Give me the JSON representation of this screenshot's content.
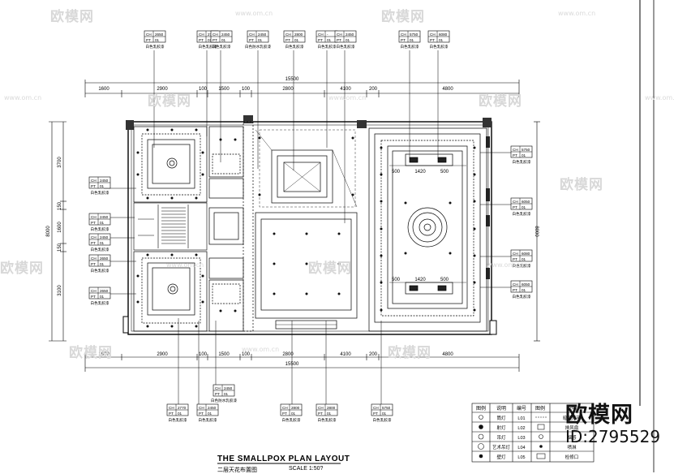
{
  "drawing": {
    "title": "THE SMALLPOX PLAN LAYOUT",
    "subtitle": "二层天花布置图",
    "scale": "SCALE 1:50?"
  },
  "watermark": {
    "logo_text": "欧模网",
    "url_text": "www.om.cn"
  },
  "brand": {
    "logo": "欧模网",
    "id": "ID:2795529"
  },
  "dimensions": {
    "overall": "15500",
    "top_segments": [
      "1600",
      "2900",
      "100",
      "1500",
      "100",
      "2800",
      "4100",
      "200",
      "4800"
    ],
    "bottom_segments": [
      "1600",
      "2900",
      "100",
      "1500",
      "100",
      "2800",
      "4100",
      "200",
      "4800"
    ],
    "left_segments": [
      "3700",
      "150",
      "1600",
      "150",
      "3100"
    ],
    "left_total": "8000",
    "right_total": "8000",
    "room_marks": [
      "500",
      "1420",
      "500"
    ]
  },
  "tags": {
    "top": [
      {
        "ch": "2650",
        "note": "白色乳胶漆"
      },
      {
        "ch": "2770",
        "note": "白色乳胶漆"
      },
      {
        "ch": "2450",
        "note": "白色乳胶漆"
      },
      {
        "ch": "2450",
        "note": "白色防水乳胶漆"
      },
      {
        "ch": "2800",
        "note": "白色乳胶漆"
      },
      {
        "ch": "-",
        "note": "白色乳胶漆"
      },
      {
        "ch": "2450",
        "note": "白色乳胶漆"
      },
      {
        "ch": "5750",
        "note": "白色乳胶漆"
      },
      {
        "ch": "6080",
        "note": "白色乳胶漆"
      }
    ],
    "left": [
      {
        "ch": "2450",
        "note": "白色乳胶漆"
      },
      {
        "ch": "2450",
        "note": "白色乳胶漆"
      },
      {
        "ch": "2450",
        "note": "白色乳胶漆"
      },
      {
        "ch": "2650",
        "note": "白色乳胶漆"
      },
      {
        "ch": "2650",
        "note": "白色乳胶漆"
      }
    ],
    "right": [
      {
        "ch": "5750",
        "note": "白色乳胶漆"
      },
      {
        "ch": "6050",
        "note": "白色乳胶漆"
      },
      {
        "ch": "6080",
        "note": "白色乳胶漆"
      },
      {
        "ch": "6050",
        "note": "白色乳胶漆"
      }
    ],
    "bottom": [
      {
        "ch": "2770",
        "note": "白色乳胶漆"
      },
      {
        "ch": "2450",
        "note": "白色防水乳胶漆"
      },
      {
        "ch": "2450",
        "note": "白色乳胶漆"
      },
      {
        "ch": "2800",
        "note": "白色乳胶漆"
      },
      {
        "ch": "2800",
        "note": "白色乳胶漆"
      },
      {
        "ch": "5750",
        "note": "白色乳胶漆"
      }
    ],
    "ch_label": "CH",
    "pt_label": "PT",
    "pt_value": "01"
  },
  "legend": {
    "headers": [
      "图例",
      "说明",
      "编号",
      "图例",
      "说明"
    ],
    "rows": [
      {
        "desc": "筒灯",
        "code": "L01",
        "desc2": "暗藏灯带"
      },
      {
        "desc": "射灯",
        "code": "L02",
        "desc2": "排风扇"
      },
      {
        "desc": "吊灯",
        "code": "L03",
        "desc2": "烟感"
      },
      {
        "desc": "艺术吊灯",
        "code": "L04",
        "desc2": "喷淋"
      },
      {
        "desc": "壁灯",
        "code": "L05",
        "desc2": "检修口"
      }
    ]
  }
}
